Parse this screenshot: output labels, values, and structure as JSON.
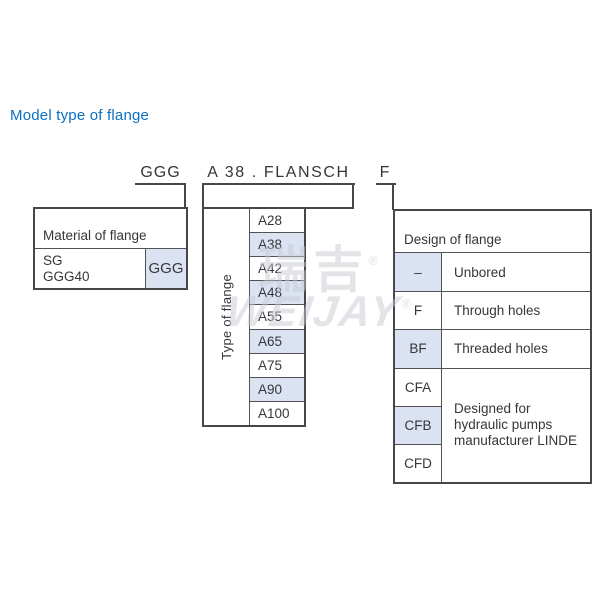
{
  "title": "Model type of flange",
  "code_row": {
    "material": "GGG",
    "type": "A 38 . FLANSCH",
    "design": "F"
  },
  "material_table": {
    "header": "Material of flange",
    "row": {
      "lines": [
        "SG",
        "GGG40"
      ],
      "code": "GGG",
      "highlighted": true
    }
  },
  "type_table": {
    "side_label": "Type of flange",
    "codes": [
      {
        "code": "A28",
        "highlighted": false
      },
      {
        "code": "A38",
        "highlighted": true
      },
      {
        "code": "A42",
        "highlighted": false
      },
      {
        "code": "A48",
        "highlighted": true
      },
      {
        "code": "A55",
        "highlighted": false
      },
      {
        "code": "A65",
        "highlighted": true
      },
      {
        "code": "A75",
        "highlighted": false
      },
      {
        "code": "A90",
        "highlighted": true
      },
      {
        "code": "A100",
        "highlighted": false
      }
    ]
  },
  "design_table": {
    "header": "Design of flange",
    "rows": [
      {
        "code": "–",
        "desc": "Unbored",
        "highlighted": true
      },
      {
        "code": "F",
        "desc": "Through holes",
        "highlighted": false
      },
      {
        "code": "BF",
        "desc": "Threaded holes",
        "highlighted": true
      },
      {
        "code": "CFA",
        "desc": "",
        "highlighted": false
      },
      {
        "code": "CFB",
        "desc": "",
        "highlighted": true
      },
      {
        "code": "CFD",
        "desc": "",
        "highlighted": false
      }
    ],
    "merged_desc_lines": [
      "Designed for",
      "hydraulic pumps",
      "manufacturer LINDE"
    ]
  },
  "watermark": {
    "cjk": "瑞吉",
    "registered": "®",
    "latin": "WEIJAY"
  },
  "colors": {
    "highlight": "#dbe3f2",
    "border": "#47474b",
    "text": "#36363a",
    "title_blue": "#0b6fc3",
    "watermark_gray": "#c6cad3"
  }
}
